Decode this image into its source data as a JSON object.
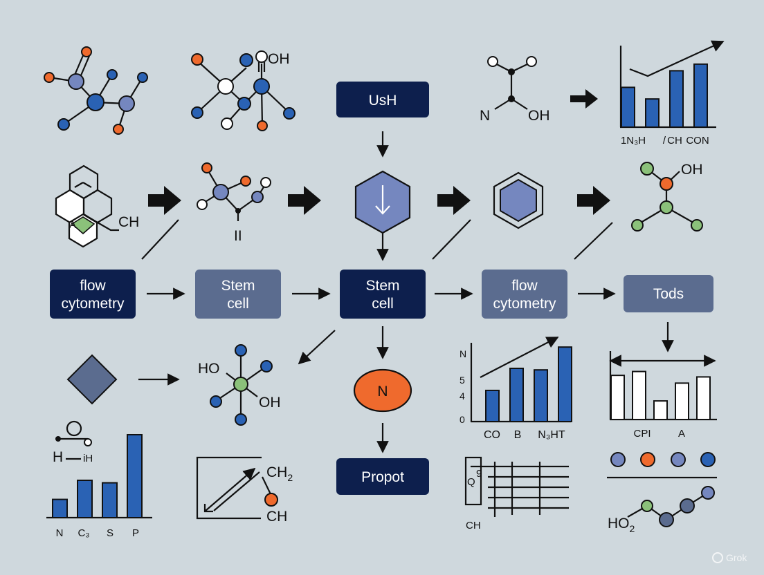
{
  "colors": {
    "background": "#cfd8dd",
    "navy": "#0d1f4d",
    "slate": "#5b6c8f",
    "blue": "#2a62b4",
    "lavender": "#7587bf",
    "orange": "#ef6a2d",
    "green": "#8bc17a",
    "ink": "#111111"
  },
  "boxes": {
    "top": "UsH",
    "flow_left": [
      "flow",
      "cytometry"
    ],
    "stem_slate": [
      "Stem",
      "cell"
    ],
    "stem_navy": [
      "Stem",
      "cell"
    ],
    "flow_right": [
      "flow",
      "cytometry"
    ],
    "tods": "Tods",
    "n_oval": "N",
    "propot": "Propot"
  },
  "molecule_labels": {
    "m2_oh": "OH",
    "m3_n": "N",
    "m3_oh": "OH",
    "hex_ch": "CH",
    "hex_a": "A",
    "m5_bond": "II",
    "m6_oh": "OH",
    "m7_ho": "HO",
    "m7_oh": "OH",
    "m8_h": "H",
    "m8_ih": "iH",
    "m9_ch2": "CH",
    "m9_sub": "2",
    "m9_ch": "CH",
    "table_q": "Q",
    "table_9": "9",
    "table_ch": "CH",
    "m10_ho": "HO",
    "m10_sub": "2"
  },
  "charts": {
    "top_right": {
      "bars": [
        0.48,
        0.34,
        0.68,
        0.76
      ],
      "xlabels": [
        "1N₃H",
        "/",
        "CH",
        "CON"
      ]
    },
    "middle": {
      "bars": [
        0.41,
        0.7,
        0.68,
        0.98
      ],
      "ylabels": [
        "N",
        "5",
        "4",
        "0"
      ],
      "xlabels": [
        "CO",
        "B",
        "N₃HT"
      ]
    },
    "right": {
      "bars": [
        0.57,
        0.62,
        0.24,
        0.47,
        0.55
      ],
      "xlabels": [
        "CPI",
        "A"
      ]
    },
    "bottom_left": {
      "bars": [
        0.22,
        0.45,
        0.42,
        1.0
      ],
      "xlabels": [
        "N",
        "C₃",
        "S",
        "P"
      ]
    }
  },
  "footer": {
    "watermark": "Grok"
  }
}
